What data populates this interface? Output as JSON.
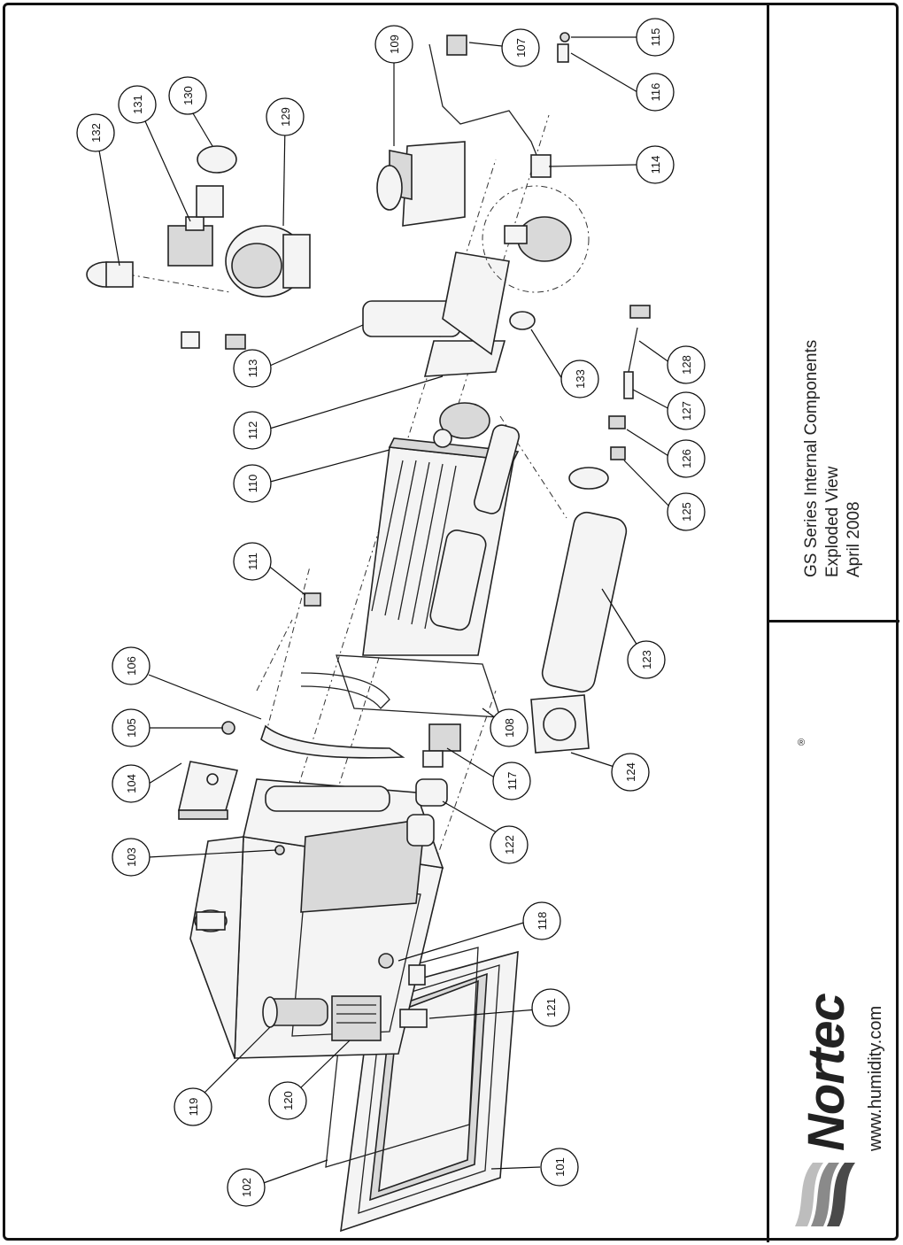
{
  "title": {
    "line1": "GS Series Internal Components",
    "line2": "Exploded View",
    "line3": "April 2008"
  },
  "brand": {
    "name": "Nortec",
    "registered": "®",
    "url": "www.humidity.com",
    "logo_icon": "wave-logo-icon"
  },
  "callouts": [
    {
      "id": "101",
      "label": "101"
    },
    {
      "id": "102",
      "label": "102"
    },
    {
      "id": "103",
      "label": "103"
    },
    {
      "id": "104",
      "label": "104"
    },
    {
      "id": "105",
      "label": "105"
    },
    {
      "id": "106",
      "label": "106"
    },
    {
      "id": "107",
      "label": "107"
    },
    {
      "id": "108",
      "label": "108"
    },
    {
      "id": "109",
      "label": "109"
    },
    {
      "id": "110",
      "label": "110"
    },
    {
      "id": "111",
      "label": "111"
    },
    {
      "id": "112",
      "label": "112"
    },
    {
      "id": "113",
      "label": "113"
    },
    {
      "id": "114",
      "label": "114"
    },
    {
      "id": "115",
      "label": "115"
    },
    {
      "id": "116",
      "label": "116"
    },
    {
      "id": "117",
      "label": "117"
    },
    {
      "id": "118",
      "label": "118"
    },
    {
      "id": "119",
      "label": "119"
    },
    {
      "id": "120",
      "label": "120"
    },
    {
      "id": "121",
      "label": "121"
    },
    {
      "id": "122",
      "label": "122"
    },
    {
      "id": "123",
      "label": "123"
    },
    {
      "id": "124",
      "label": "124"
    },
    {
      "id": "125",
      "label": "125"
    },
    {
      "id": "126",
      "label": "126"
    },
    {
      "id": "127",
      "label": "127"
    },
    {
      "id": "128",
      "label": "128"
    },
    {
      "id": "129",
      "label": "129"
    },
    {
      "id": "130",
      "label": "130"
    },
    {
      "id": "131",
      "label": "131"
    },
    {
      "id": "132",
      "label": "132"
    },
    {
      "id": "133",
      "label": "133"
    }
  ]
}
